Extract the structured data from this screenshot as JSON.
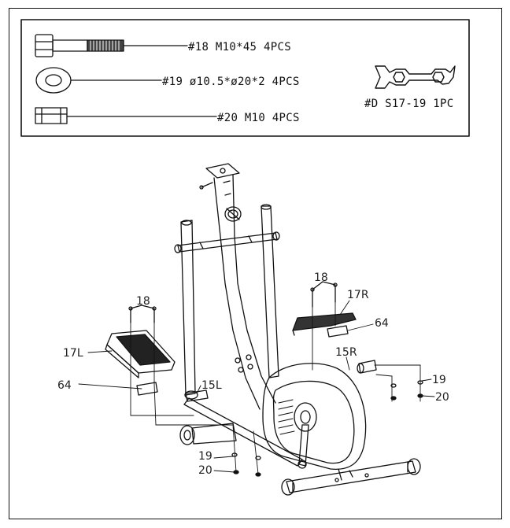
{
  "hardware": {
    "bolt": "#18  M10*45  4PCS",
    "washer": "#19  ø10.5*ø20*2  4PCS",
    "nut": "#20  M10  4PCS",
    "wrench": "#D  S17-19  1PC"
  },
  "callouts": {
    "c18_left": "18",
    "c18_right": "18",
    "c17L": "17L",
    "c17R": "17R",
    "c64_left": "64",
    "c64_right": "64",
    "c15L": "15L",
    "c15R": "15R",
    "c19_bottom": "19",
    "c20_bottom": "20",
    "c19_right": "19",
    "c20_right": "20"
  }
}
